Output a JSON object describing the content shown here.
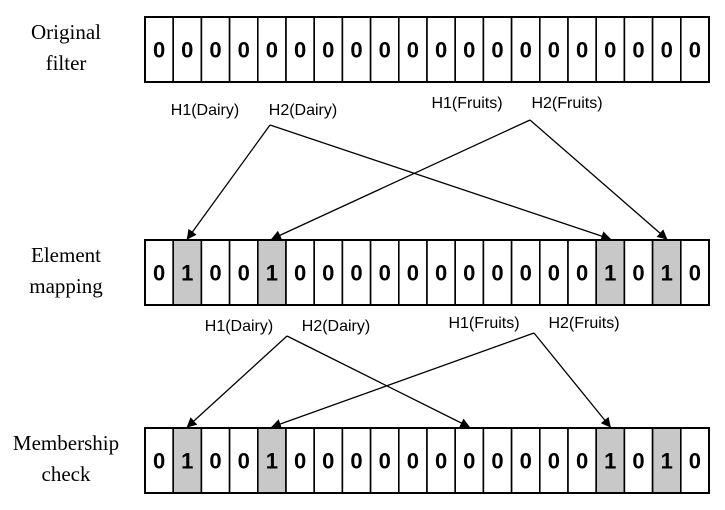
{
  "rows": [
    {
      "label_lines": [
        "Original",
        "filter"
      ],
      "bits": [
        "0",
        "0",
        "0",
        "0",
        "0",
        "0",
        "0",
        "0",
        "0",
        "0",
        "0",
        "0",
        "0",
        "0",
        "0",
        "0",
        "0",
        "0",
        "0",
        "0"
      ],
      "highlighted": []
    },
    {
      "label_lines": [
        "Element",
        "mapping"
      ],
      "bits": [
        "0",
        "1",
        "0",
        "0",
        "1",
        "0",
        "0",
        "0",
        "0",
        "0",
        "0",
        "0",
        "0",
        "0",
        "0",
        "0",
        "1",
        "0",
        "1",
        "0"
      ],
      "highlighted": [
        1,
        4,
        16,
        18
      ]
    },
    {
      "label_lines": [
        "Membership",
        "check"
      ],
      "bits": [
        "0",
        "1",
        "0",
        "0",
        "1",
        "0",
        "0",
        "0",
        "0",
        "0",
        "0",
        "0",
        "0",
        "0",
        "0",
        "0",
        "1",
        "0",
        "1",
        "0"
      ],
      "highlighted": [
        1,
        4,
        16,
        18
      ]
    }
  ],
  "hash_labels": [
    {
      "text": "H1(Dairy)",
      "group": 0
    },
    {
      "text": "H2(Dairy)",
      "group": 0
    },
    {
      "text": "H1(Fruits)",
      "group": 0
    },
    {
      "text": "H2(Fruits)",
      "group": 0
    },
    {
      "text": "H1(Dairy)",
      "group": 1
    },
    {
      "text": "H2(Dairy)",
      "group": 1
    },
    {
      "text": "H1(Fruits)",
      "group": 1
    },
    {
      "text": "H2(Fruits)",
      "group": 1
    }
  ],
  "arrows": [
    {
      "from_label": 0,
      "to_row": 1,
      "to_cell": 1
    },
    {
      "from_label": 1,
      "to_row": 1,
      "to_cell": 16
    },
    {
      "from_label": 2,
      "to_row": 1,
      "to_cell": 4
    },
    {
      "from_label": 3,
      "to_row": 1,
      "to_cell": 18
    },
    {
      "from_label": 4,
      "to_row": 2,
      "to_cell": 1
    },
    {
      "from_label": 5,
      "to_row": 2,
      "to_cell": 11
    },
    {
      "from_label": 6,
      "to_row": 2,
      "to_cell": 4
    },
    {
      "from_label": 7,
      "to_row": 2,
      "to_cell": 16
    }
  ],
  "colors": {
    "highlight": "#c8c8c8",
    "stroke": "#000000"
  }
}
